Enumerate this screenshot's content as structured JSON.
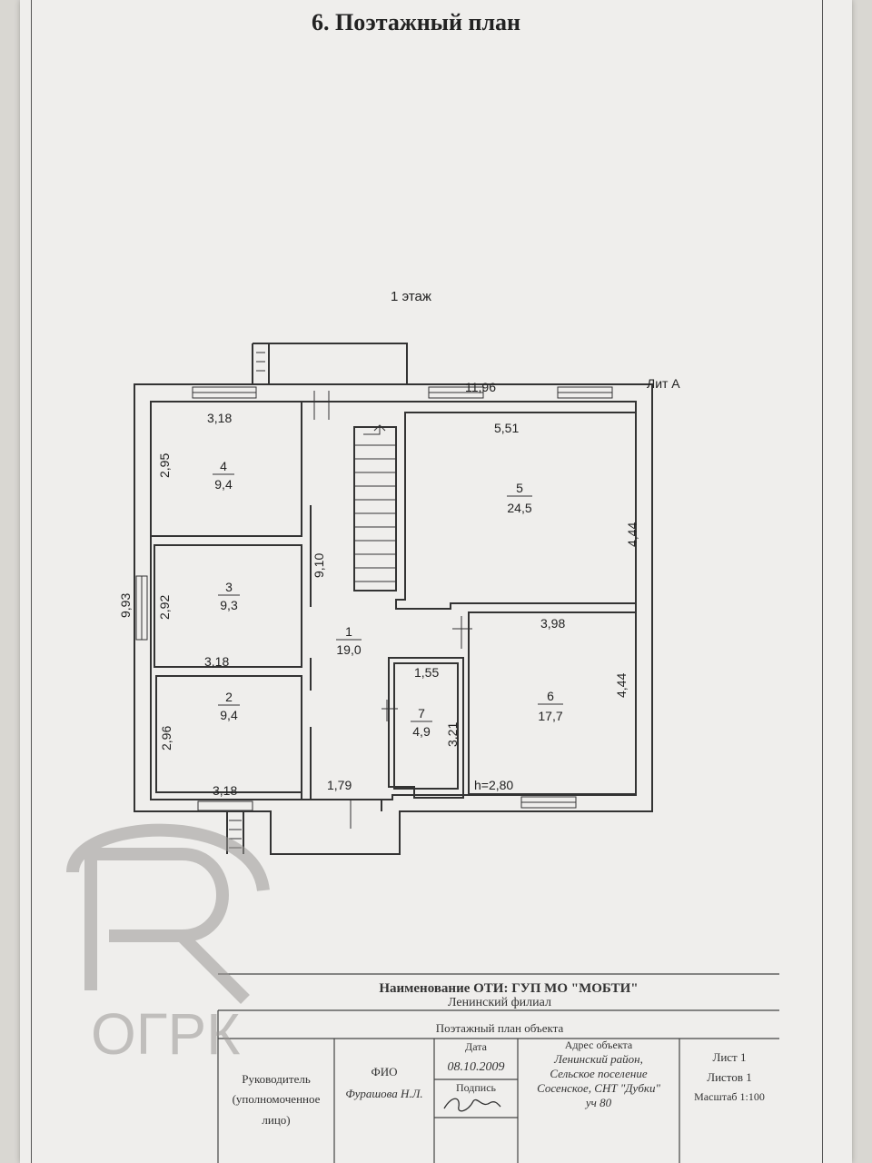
{
  "title": "6. Поэтажный план",
  "floor_label": "1 этаж",
  "lit": "Лит А",
  "dims": {
    "top_total": "11,96",
    "left_total": "9,93",
    "corridor_len": "9,10",
    "r4_w": "3,18",
    "r4_h": "2,95",
    "r3_h": "2,92",
    "r3_w": "3,18",
    "r2_h": "2,96",
    "r2_w": "3,18",
    "r5_w": "5,51",
    "r5_h": "4,44",
    "r6_w": "3,98",
    "r6_h": "4,44",
    "r7_w": "1,55",
    "r7_h": "3,21",
    "entry_w": "1,79",
    "height": "h=2,80"
  },
  "rooms": [
    {
      "num": "1",
      "area": "19,0"
    },
    {
      "num": "2",
      "area": "9,4"
    },
    {
      "num": "3",
      "area": "9,3"
    },
    {
      "num": "4",
      "area": "9,4"
    },
    {
      "num": "5",
      "area": "24,5"
    },
    {
      "num": "6",
      "area": "17,7"
    },
    {
      "num": "7",
      "area": "4,9"
    }
  ],
  "title_block": {
    "org": "Наименование ОТИ: ГУП МО \"МОБТИ\"",
    "branch": "Ленинский филиал",
    "doc": "Поэтажный план объекта",
    "role_1": "Руководитель",
    "role_2": "(уполномоченное",
    "role_3": "лицо)",
    "fio_label": "ФИО",
    "fio": "Фурашова Н.Л.",
    "date_label": "Дата",
    "date": "08.10.2009",
    "sign_label": "Подпись",
    "addr_label": "Адрес объекта",
    "addr_1": "Ленинский район,",
    "addr_2": "Сельское поселение",
    "addr_3": "Сосенское, СНТ \"Дубки\"",
    "addr_4": "уч 80",
    "sheet": "Лист 1",
    "sheets": "Листов 1",
    "scale": "Масштаб 1:100"
  },
  "watermark": "ОГРК"
}
